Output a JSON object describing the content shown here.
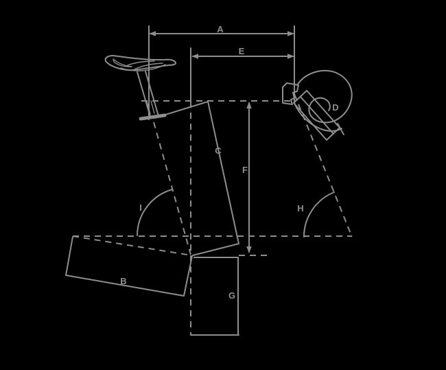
{
  "diagram": {
    "type": "bicycle-frame-geometry-diagram",
    "colors": {
      "background": "#000000",
      "line": "#8e8e8e",
      "label": "#8e8e8e"
    },
    "labels": {
      "a": {
        "text": "A"
      },
      "b": {
        "text": "B"
      },
      "c": {
        "text": "C"
      },
      "d": {
        "text": "D"
      },
      "e": {
        "text": "E"
      },
      "f": {
        "text": "F"
      },
      "g": {
        "text": "G"
      },
      "h": {
        "text": "H"
      },
      "i": {
        "text": "I"
      }
    }
  }
}
